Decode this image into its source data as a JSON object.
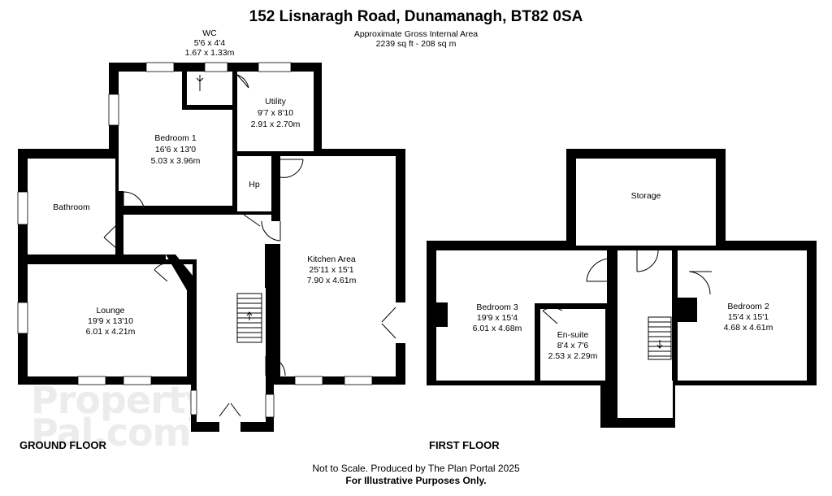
{
  "header": {
    "title": "152 Lisnaragh Road, Dunamanagh, BT82 0SA",
    "area_heading": "Approximate Gross Internal Area",
    "area_value": "2239 sq ft - 208 sq m"
  },
  "rooms": {
    "wc": {
      "name": "WC",
      "dim_imperial": "5'6 x 4'4",
      "dim_metric": "1.67 x 1.33m"
    },
    "utility": {
      "name": "Utility",
      "dim_imperial": "9'7 x 8'10",
      "dim_metric": "2.91 x 2.70m"
    },
    "bedroom1": {
      "name": "Bedroom 1",
      "dim_imperial": "16'6 x 13'0",
      "dim_metric": "5.03 x 3.96m"
    },
    "hp": {
      "name": "Hp"
    },
    "bathroom": {
      "name": "Bathroom"
    },
    "kitchen": {
      "name": "Kitchen Area",
      "dim_imperial": "25'11 x 15'1",
      "dim_metric": "7.90 x 4.61m"
    },
    "lounge": {
      "name": "Lounge",
      "dim_imperial": "19'9 x 13'10",
      "dim_metric": "6.01 x 4.21m"
    },
    "storage": {
      "name": "Storage"
    },
    "bedroom3": {
      "name": "Bedroom 3",
      "dim_imperial": "19'9 x 15'4",
      "dim_metric": "6.01 x 4.68m"
    },
    "ensuite": {
      "name": "En-suite",
      "dim_imperial": "8'4 x 7'6",
      "dim_metric": "2.53 x 2.29m"
    },
    "bedroom2": {
      "name": "Bedroom 2",
      "dim_imperial": "15'4 x 15'1",
      "dim_metric": "4.68 x 4.61m"
    }
  },
  "floors": {
    "ground": "GROUND FLOOR",
    "first": "FIRST FLOOR"
  },
  "footer": {
    "note": "Not to Scale. Produced by The Plan Portal 2025",
    "illustrative": "For Illustrative Purposes Only."
  },
  "watermark": {
    "line1": "Property",
    "line2": "Pal.com"
  }
}
